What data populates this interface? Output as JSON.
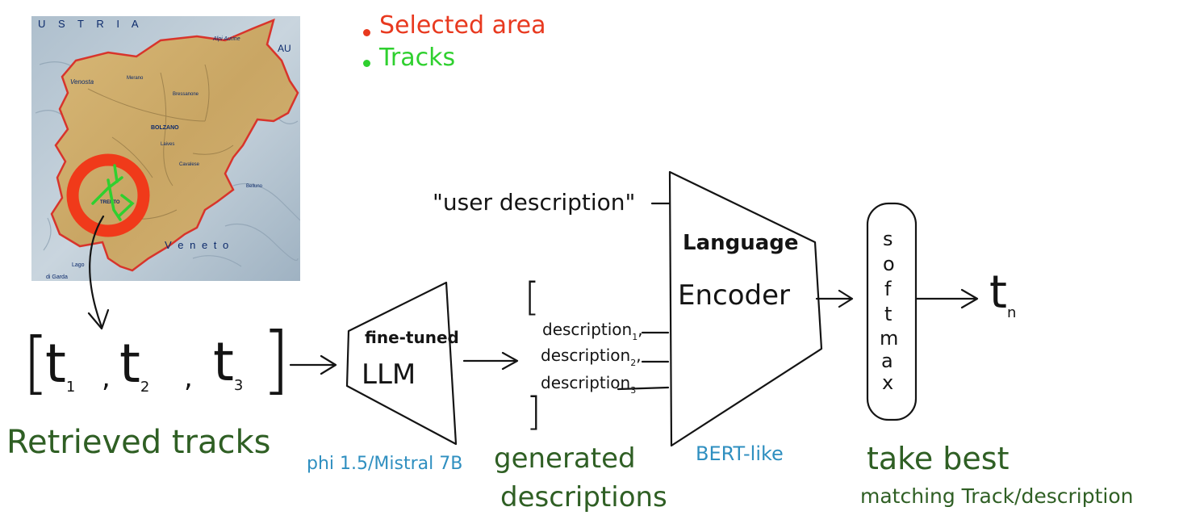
{
  "legend": {
    "selected_area": "Selected area",
    "tracks": "Tracks",
    "selected_color": "#e8391f",
    "tracks_color": "#2fd02f"
  },
  "map": {
    "labels": {
      "austria": "U S T R I A",
      "au": "AU",
      "alpi_aurine": "Alpi Aurine",
      "venosta": "Venosta",
      "bolzano": "BOLZANO",
      "trento": "TRENTO",
      "veneto": "V e n e t o",
      "garda": "di Garda",
      "lago": "Lago",
      "merano": "Merano",
      "bressanone": "Bressanone",
      "laives": "Laives",
      "cavalese": "Cavalese",
      "belluno": "Belluno"
    }
  },
  "tracks_list": {
    "open": "[",
    "t1": "t",
    "t1_sub": "1",
    "t2": "t",
    "t2_sub": "2",
    "t3": "t",
    "t3_sub": "3",
    "sep": ",",
    "close": "]",
    "caption": "Retrieved tracks"
  },
  "llm": {
    "line1": "fine-tuned",
    "line2": "LLM",
    "caption": "phi 1.5/Mistral 7B"
  },
  "descriptions": {
    "open": "[",
    "items": [
      {
        "text": "description",
        "sub": "1",
        "suffix": ","
      },
      {
        "text": "description",
        "sub": "2",
        "suffix": ","
      },
      {
        "text": "description",
        "sub": "3",
        "suffix": ""
      }
    ],
    "close": "]",
    "caption_line1": "generated",
    "caption_line2": "descriptions"
  },
  "user_description": "\"user description\"",
  "encoder": {
    "line1": "Language",
    "line2": "Encoder",
    "caption": "BERT-like"
  },
  "softmax": {
    "letters": [
      "s",
      "o",
      "f",
      "t",
      "m",
      "a",
      "x"
    ]
  },
  "output": {
    "label": "t",
    "sub": "n"
  },
  "final_caption": {
    "line1": "take best",
    "line2": "matching Track/description"
  }
}
